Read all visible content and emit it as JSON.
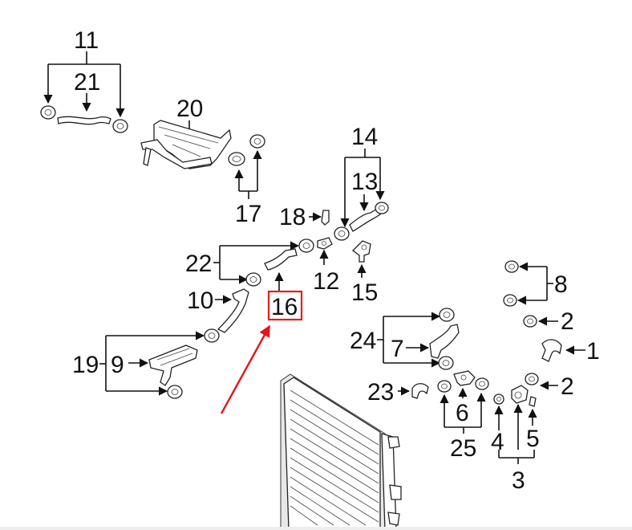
{
  "labels": {
    "l1": "1",
    "l2a": "2",
    "l2b": "2",
    "l3": "3",
    "l4": "4",
    "l5": "5",
    "l6": "6",
    "l7": "7",
    "l8": "8",
    "l9": "9",
    "l10": "10",
    "l11": "11",
    "l12": "12",
    "l13": "13",
    "l14": "14",
    "l15": "15",
    "l16": "16",
    "l17": "17",
    "l18": "18",
    "l19": "19",
    "l20": "20",
    "l21": "21",
    "l22": "22",
    "l23": "23",
    "l24": "24",
    "l25": "25"
  },
  "highlight": {
    "part": "16",
    "box_color": "#e0201c",
    "arrow_color": "#e8141a"
  }
}
